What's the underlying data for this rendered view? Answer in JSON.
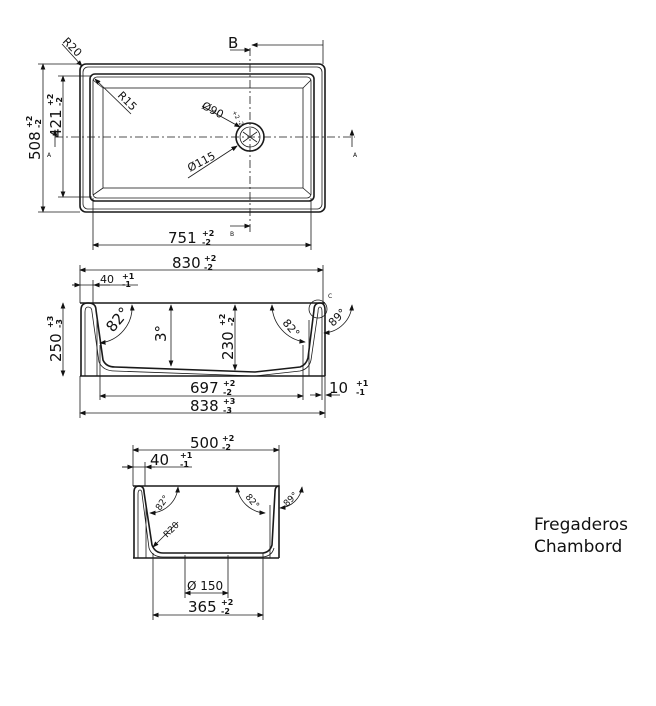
{
  "title": {
    "line1": "Fregaderos",
    "line2": "Chambord"
  },
  "top_view": {
    "section_b": "B",
    "section_b_small": "B",
    "section_a": "A",
    "r20": "R20",
    "r15": "R15",
    "d90": "Ø90",
    "d90_tol": "+2 -2",
    "d115": "Ø115",
    "dim_508": "508",
    "dim_508_tol_plus": "+2",
    "dim_508_tol_minus": "-2",
    "dim_421": "421",
    "dim_421_tol_plus": "+2",
    "dim_421_tol_minus": "-2",
    "dim_751": "751",
    "dim_751_tol_plus": "+2",
    "dim_751_tol_minus": "-2"
  },
  "side_view": {
    "dim_830": "830",
    "dim_830_tol_plus": "+2",
    "dim_830_tol_minus": "-2",
    "dim_40": "40",
    "dim_40_tol_plus": "+1",
    "dim_40_tol_minus": "-1",
    "dim_250": "250",
    "dim_250_tol_plus": "+3",
    "dim_250_tol_minus": "-3",
    "angle_left": "82°",
    "angle_slope": "3°",
    "dim_230": "230",
    "dim_230_tol_plus": "+2",
    "dim_230_tol_minus": "-2",
    "angle_right": "82°",
    "angle_outer": "89°",
    "detail_c": "C",
    "dim_697": "697",
    "dim_697_tol_plus": "+2",
    "dim_697_tol_minus": "-2",
    "dim_838": "838",
    "dim_838_tol_plus": "+3",
    "dim_838_tol_minus": "-3",
    "dim_10": "10",
    "dim_10_tol_plus": "+1",
    "dim_10_tol_minus": "-1"
  },
  "front_view": {
    "dim_500": "500",
    "dim_500_tol_plus": "+2",
    "dim_500_tol_minus": "-2",
    "dim_40": "40",
    "dim_40_tol_plus": "+1",
    "dim_40_tol_minus": "-1",
    "angle_left": "82°",
    "angle_right": "82°",
    "angle_outer": "89°",
    "r20": "R20",
    "d150": "Ø 150",
    "dim_365": "365",
    "dim_365_tol_plus": "+2",
    "dim_365_tol_minus": "-2"
  }
}
